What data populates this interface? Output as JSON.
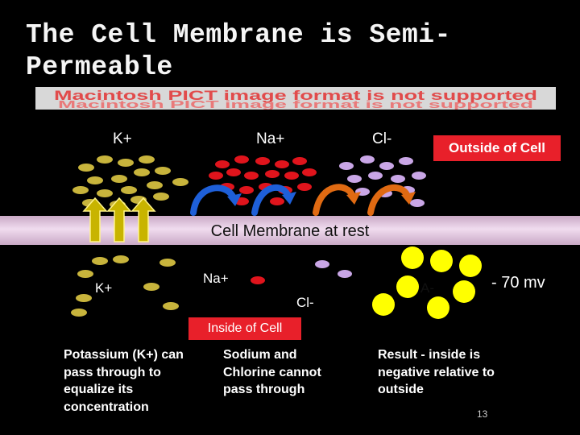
{
  "title": "The Cell Membrane is Semi-Permeable",
  "banner_text": "Macintosh PICT image format is not supported",
  "outside_label": "Outside of Cell",
  "inside_label": "Inside of Cell",
  "membrane_label": "Cell Membrane at rest",
  "outside_ions": {
    "k": "K+",
    "na": "Na+",
    "cl": "Cl-"
  },
  "inside_ions": {
    "k": "K+",
    "na": "Na+",
    "cl": "Cl-",
    "anion": "A-"
  },
  "voltage": "- 70 mv",
  "notes": {
    "potassium": "Potassium (K+) can pass through to equalize its concentration",
    "sodium": "Sodium and Chlorine cannot pass through",
    "result": "Result - inside is negative relative to outside"
  },
  "page_number": "13",
  "colors": {
    "potassium": "#c8b43c",
    "sodium": "#e0141c",
    "chloride": "#c9a6e6",
    "anion": "#ffff00",
    "badge": "#e8202a",
    "membrane": "#e6cfe4"
  },
  "icons": [
    "up-arrow-icon",
    "curved-arrow-icon"
  ]
}
